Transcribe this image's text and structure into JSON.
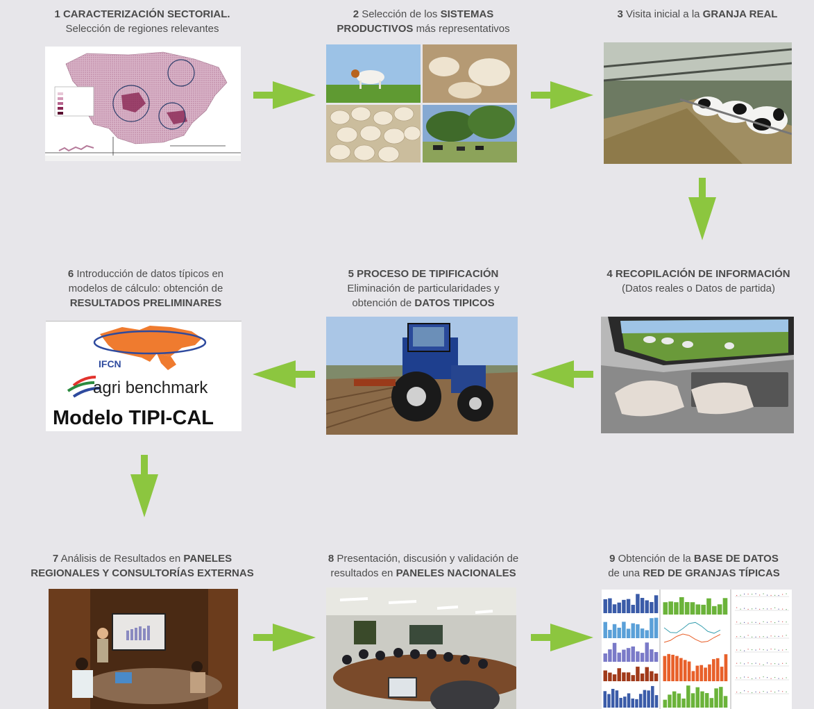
{
  "steps": [
    {
      "num": "1",
      "bold1": "CARACTERIZACIÓN SECTORIAL.",
      "line2": "Selección de regiones relevantes"
    },
    {
      "num": "2",
      "pre": "Selección de los",
      "bold1": "SISTEMAS",
      "bold2": "PRODUCTIVOS",
      "post": "más representativos"
    },
    {
      "num": "3",
      "pre": "Visita inicial a la",
      "bold1": "GRANJA REAL"
    },
    {
      "num": "4",
      "bold1": "RECOPILACIÓN DE INFORMACIÓN",
      "line2": "(Datos reales o Datos de partida)"
    },
    {
      "num": "5",
      "bold1": "PROCESO DE TIPIFICACIÓN",
      "line2": "Eliminación de particularidades y",
      "pre3": "obtención de",
      "bold3": "DATOS TIPICOS"
    },
    {
      "num": "6",
      "line1": "Introducción de datos típicos en",
      "line2": "modelos de cálculo: obtención de",
      "bold3": "RESULTADOS PRELIMINARES"
    },
    {
      "num": "7",
      "pre": "Análisis de Resultados en",
      "bold1": "PANELES",
      "bold2": "REGIONALES Y CONSULTORÍAS EXTERNAS"
    },
    {
      "num": "8",
      "line1": "Presentación, discusión y validación de",
      "pre2": "resultados en",
      "bold2": "PANELES NACIONALES"
    },
    {
      "num": "9",
      "pre": "Obtención de la",
      "bold1": "BASE DE DATOS",
      "pre2": "de una",
      "bold2": "RED DE GRANJAS TÍPICAS"
    }
  ],
  "logo": {
    "org": "IFCN",
    "brand": "agri benchmark",
    "model": "Modelo TIPI-CAL"
  },
  "colors": {
    "arrow": "#8cc63f",
    "background": "#e7e6ea",
    "map_region": "#c99ab4",
    "chart_blue": "#3a5ba8",
    "chart_green": "#6bb33a",
    "chart_orange": "#e8602a"
  }
}
